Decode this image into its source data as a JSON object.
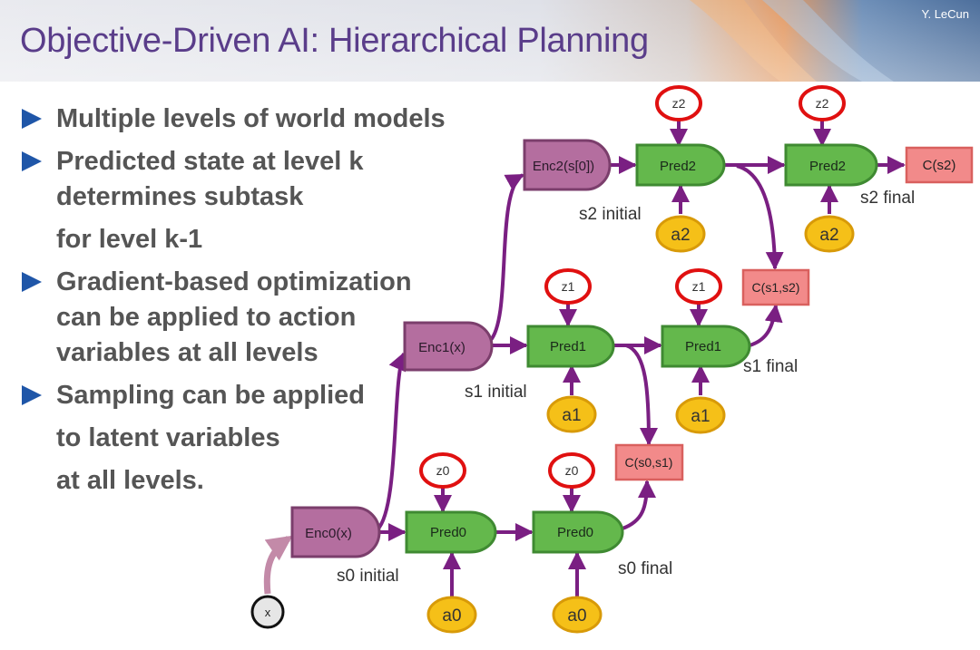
{
  "slide": {
    "title": "Objective-Driven AI: Hierarchical Planning",
    "author": "Y. LeCun"
  },
  "bullets": [
    {
      "lines": [
        "Multiple levels of world models"
      ]
    },
    {
      "lines": [
        "Predicted state at level k",
        "determines subtask",
        "for level k-1"
      ]
    },
    {
      "lines": [
        "Gradient-based optimization",
        "can be applied to action",
        "variables at all levels"
      ]
    },
    {
      "lines": [
        "Sampling can be applied",
        "to latent variables",
        "at all levels."
      ]
    }
  ],
  "diagram": {
    "colors": {
      "encoder": "#b46e9f",
      "predictor": "#64b84c",
      "cost": "#f28a8a",
      "action": "#f5c018",
      "latent_border": "#e01010",
      "arrow": "#7a1f82",
      "input_arrow": "#c38aa8"
    },
    "input": {
      "label": "x"
    },
    "encoders": [
      {
        "label": "Enc0(x)"
      },
      {
        "label": "Enc1(x)"
      },
      {
        "label": "Enc2(s[0])"
      }
    ],
    "predictors": [
      {
        "label": "Pred0"
      },
      {
        "label": "Pred0"
      },
      {
        "label": "Pred1"
      },
      {
        "label": "Pred1"
      },
      {
        "label": "Pred2"
      },
      {
        "label": "Pred2"
      }
    ],
    "latents": [
      {
        "label": "z0"
      },
      {
        "label": "z0"
      },
      {
        "label": "z1"
      },
      {
        "label": "z1"
      },
      {
        "label": "z2"
      },
      {
        "label": "z2"
      }
    ],
    "actions": [
      {
        "label": "a0"
      },
      {
        "label": "a0"
      },
      {
        "label": "a1"
      },
      {
        "label": "a1"
      },
      {
        "label": "a2"
      },
      {
        "label": "a2"
      }
    ],
    "costs": [
      {
        "label": "C(s0,s1)"
      },
      {
        "label": "C(s1,s2)"
      },
      {
        "label": "C(s2)"
      }
    ],
    "state_labels": [
      {
        "label": "s0 initial"
      },
      {
        "label": "s0 final"
      },
      {
        "label": "s1 initial"
      },
      {
        "label": "s1 final"
      },
      {
        "label": "s2 initial"
      },
      {
        "label": "s2 final"
      }
    ]
  }
}
